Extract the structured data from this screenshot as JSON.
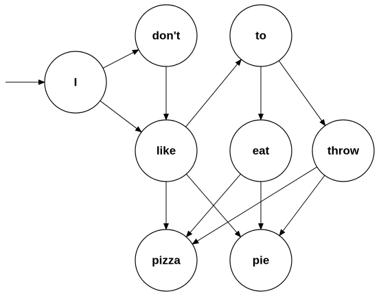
{
  "diagram": {
    "nodes": [
      {
        "id": "I",
        "label": "I"
      },
      {
        "id": "dont",
        "label": "don't"
      },
      {
        "id": "to",
        "label": "to"
      },
      {
        "id": "like",
        "label": "like"
      },
      {
        "id": "eat",
        "label": "eat"
      },
      {
        "id": "throw",
        "label": "throw"
      },
      {
        "id": "pizza",
        "label": "pizza"
      },
      {
        "id": "pie",
        "label": "pie"
      }
    ],
    "edges": [
      {
        "from": "start",
        "to": "I"
      },
      {
        "from": "I",
        "to": "dont"
      },
      {
        "from": "I",
        "to": "like"
      },
      {
        "from": "dont",
        "to": "like"
      },
      {
        "from": "like",
        "to": "to"
      },
      {
        "from": "like",
        "to": "pizza"
      },
      {
        "from": "like",
        "to": "pie"
      },
      {
        "from": "to",
        "to": "eat"
      },
      {
        "from": "to",
        "to": "throw"
      },
      {
        "from": "eat",
        "to": "pizza"
      },
      {
        "from": "eat",
        "to": "pie"
      },
      {
        "from": "throw",
        "to": "pizza"
      },
      {
        "from": "throw",
        "to": "pie"
      }
    ]
  }
}
